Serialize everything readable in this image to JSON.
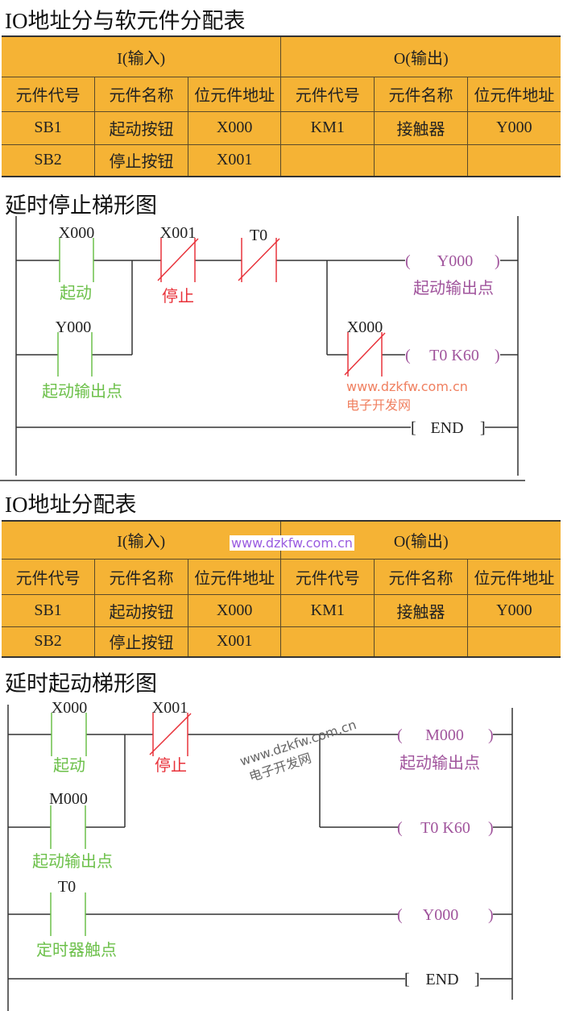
{
  "section1": {
    "title": "IO地址分与软元件分配表"
  },
  "table1": {
    "input_header": "I(输入)",
    "output_header": "O(输出)",
    "columns": [
      "元件代号",
      "元件名称",
      "位元件地址",
      "元件代号",
      "元件名称",
      "位元件地址"
    ],
    "rows": [
      [
        "SB1",
        "起动按钮",
        "X000",
        "KM1",
        "接触器",
        "Y000"
      ],
      [
        "SB2",
        "停止按钮",
        "X001",
        "",
        "",
        ""
      ]
    ]
  },
  "section2": {
    "title": "延时停止梯形图"
  },
  "ladder1": {
    "x000": "X000",
    "x000_note": "起动",
    "y000_contact": "Y000",
    "y000_contact_note": "起动输出点",
    "x001": "X001",
    "x001_note": "停止",
    "t0": "T0",
    "coil_y000": "Y000",
    "coil_y000_note": "起动输出点",
    "x000_nc": "X000",
    "coil_t0": "T0 K60",
    "end": "END",
    "watermark_url": "www.dzkfw.com.cn",
    "watermark_name": "电子开发网",
    "lp": "(",
    "rp": ")",
    "lb": "[",
    "rb": "]"
  },
  "section3": {
    "title": "IO地址分配表"
  },
  "table2": {
    "input_header": "I(输入)",
    "output_header": "O(输出)",
    "watermark": "www.dzkfw.com.cn",
    "columns": [
      "元件代号",
      "元件名称",
      "位元件地址",
      "元件代号",
      "元件名称",
      "位元件地址"
    ],
    "rows": [
      [
        "SB1",
        "起动按钮",
        "X000",
        "KM1",
        "接触器",
        "Y000"
      ],
      [
        "SB2",
        "停止按钮",
        "X001",
        "",
        "",
        ""
      ]
    ]
  },
  "section4": {
    "title": "延时起动梯形图"
  },
  "ladder2": {
    "x000": "X000",
    "x000_note": "起动",
    "x001": "X001",
    "x001_note": "停止",
    "m000_contact": "M000",
    "m000_contact_note": "起动输出点",
    "t0": "T0",
    "t0_note": "定时器触点",
    "coil_m000": "M000",
    "coil_m000_note": "起动输出点",
    "coil_t0": "T0 K60",
    "coil_y000": "Y000",
    "end": "END",
    "watermark_url": "www.dzkfw.com.cn",
    "watermark_name": "电子开发网",
    "lp": "(",
    "rp": ")",
    "lb": "[",
    "rb": "]"
  },
  "colors": {
    "table_bg": "#f5b335",
    "green": "#6cc04a",
    "red": "#e8323a",
    "purple": "#a0549c",
    "watermark": "#f08060"
  }
}
